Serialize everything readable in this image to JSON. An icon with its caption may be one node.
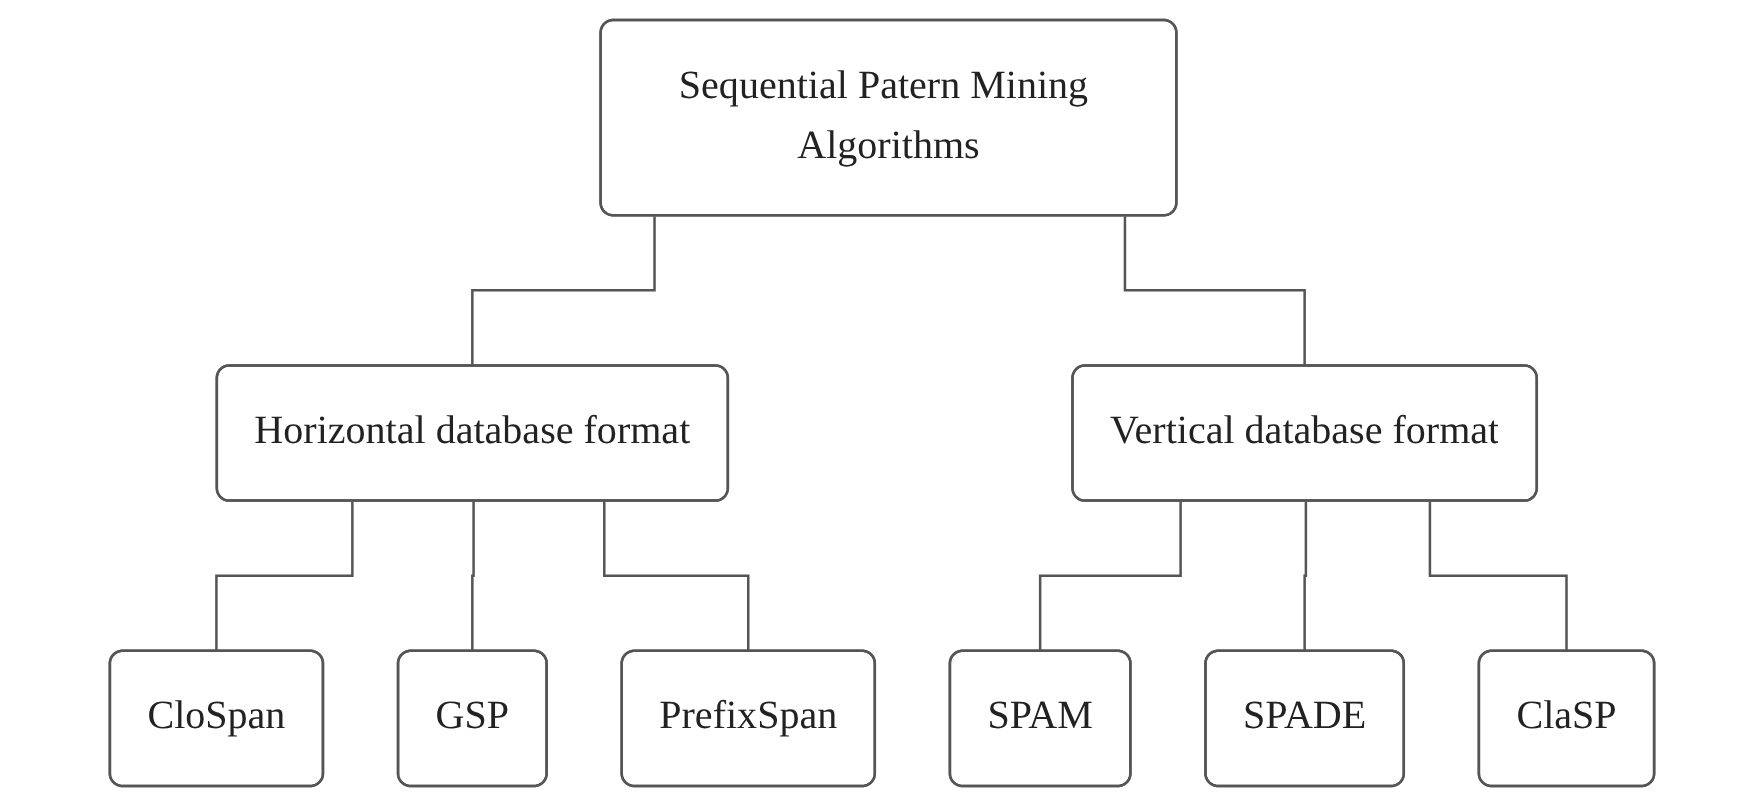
{
  "diagram": {
    "nodes": [
      {
        "text": [
          "Sequential Patern Mining Algorithms"
        ]
      },
      {
        "text": [
          "Horizontal database format"
        ]
      },
      {
        "text": [
          "Vertical database format"
        ]
      },
      {
        "text": [
          "CloSpan"
        ]
      },
      {
        "text": [
          "GSP"
        ]
      },
      {
        "text": [
          "PrefixSpan"
        ]
      },
      {
        "text": [
          "SPAM"
        ]
      },
      {
        "text": [
          "SPADE"
        ]
      },
      {
        "text": [
          "ClaSP"
        ]
      }
    ],
    "edges": [
      {
        "from": 0,
        "to": 1,
        "arrow": "none"
      },
      {
        "from": 0,
        "to": 2,
        "arrow": "none"
      },
      {
        "from": 1,
        "to": 3,
        "arrow": "none"
      },
      {
        "from": 1,
        "to": 4,
        "arrow": "none"
      },
      {
        "from": 1,
        "to": 5,
        "arrow": "none"
      },
      {
        "from": 2,
        "to": 6,
        "arrow": "none"
      },
      {
        "from": 2,
        "to": 7,
        "arrow": "none"
      },
      {
        "from": 2,
        "to": 8,
        "arrow": "none"
      }
    ]
  }
}
